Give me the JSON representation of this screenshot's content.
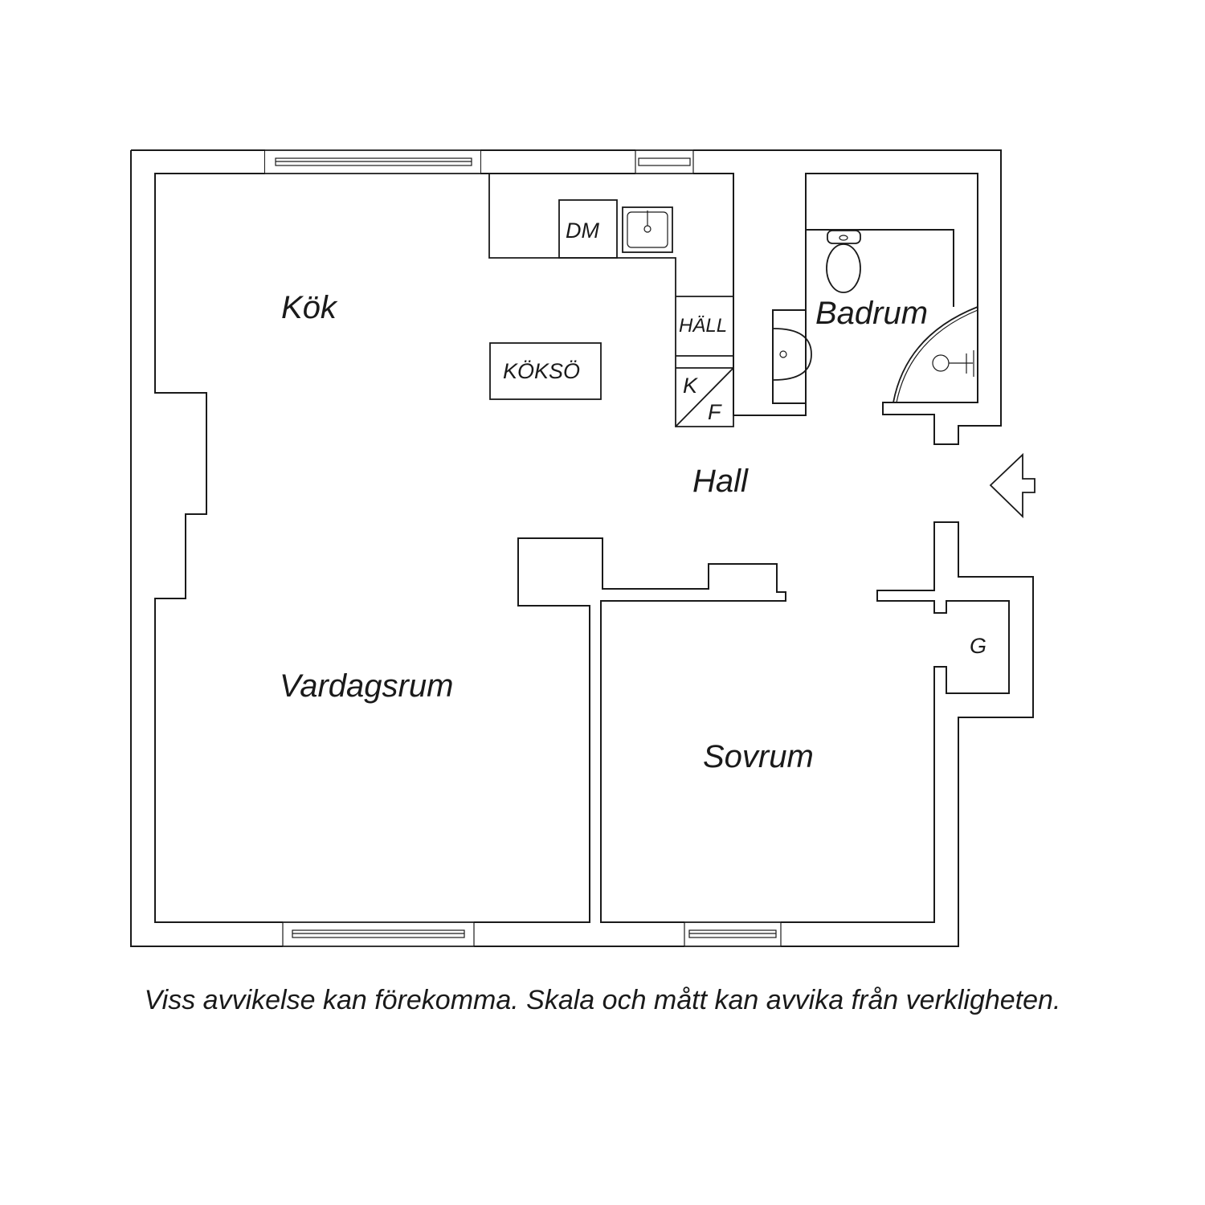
{
  "rooms": {
    "kok": "Kök",
    "badrum": "Badrum",
    "hall": "Hall",
    "vardagsrum": "Vardagsrum",
    "sovrum": "Sovrum"
  },
  "fixtures": {
    "dishwasher": "DM",
    "stove": "HÄLL",
    "kitchen_island": "KÖKSÖ",
    "fridge": "K",
    "freezer": "F",
    "wardrobe": "G"
  },
  "disclaimer": "Viss avvikelse kan förekomma. Skala och mått kan avvika från verkligheten."
}
